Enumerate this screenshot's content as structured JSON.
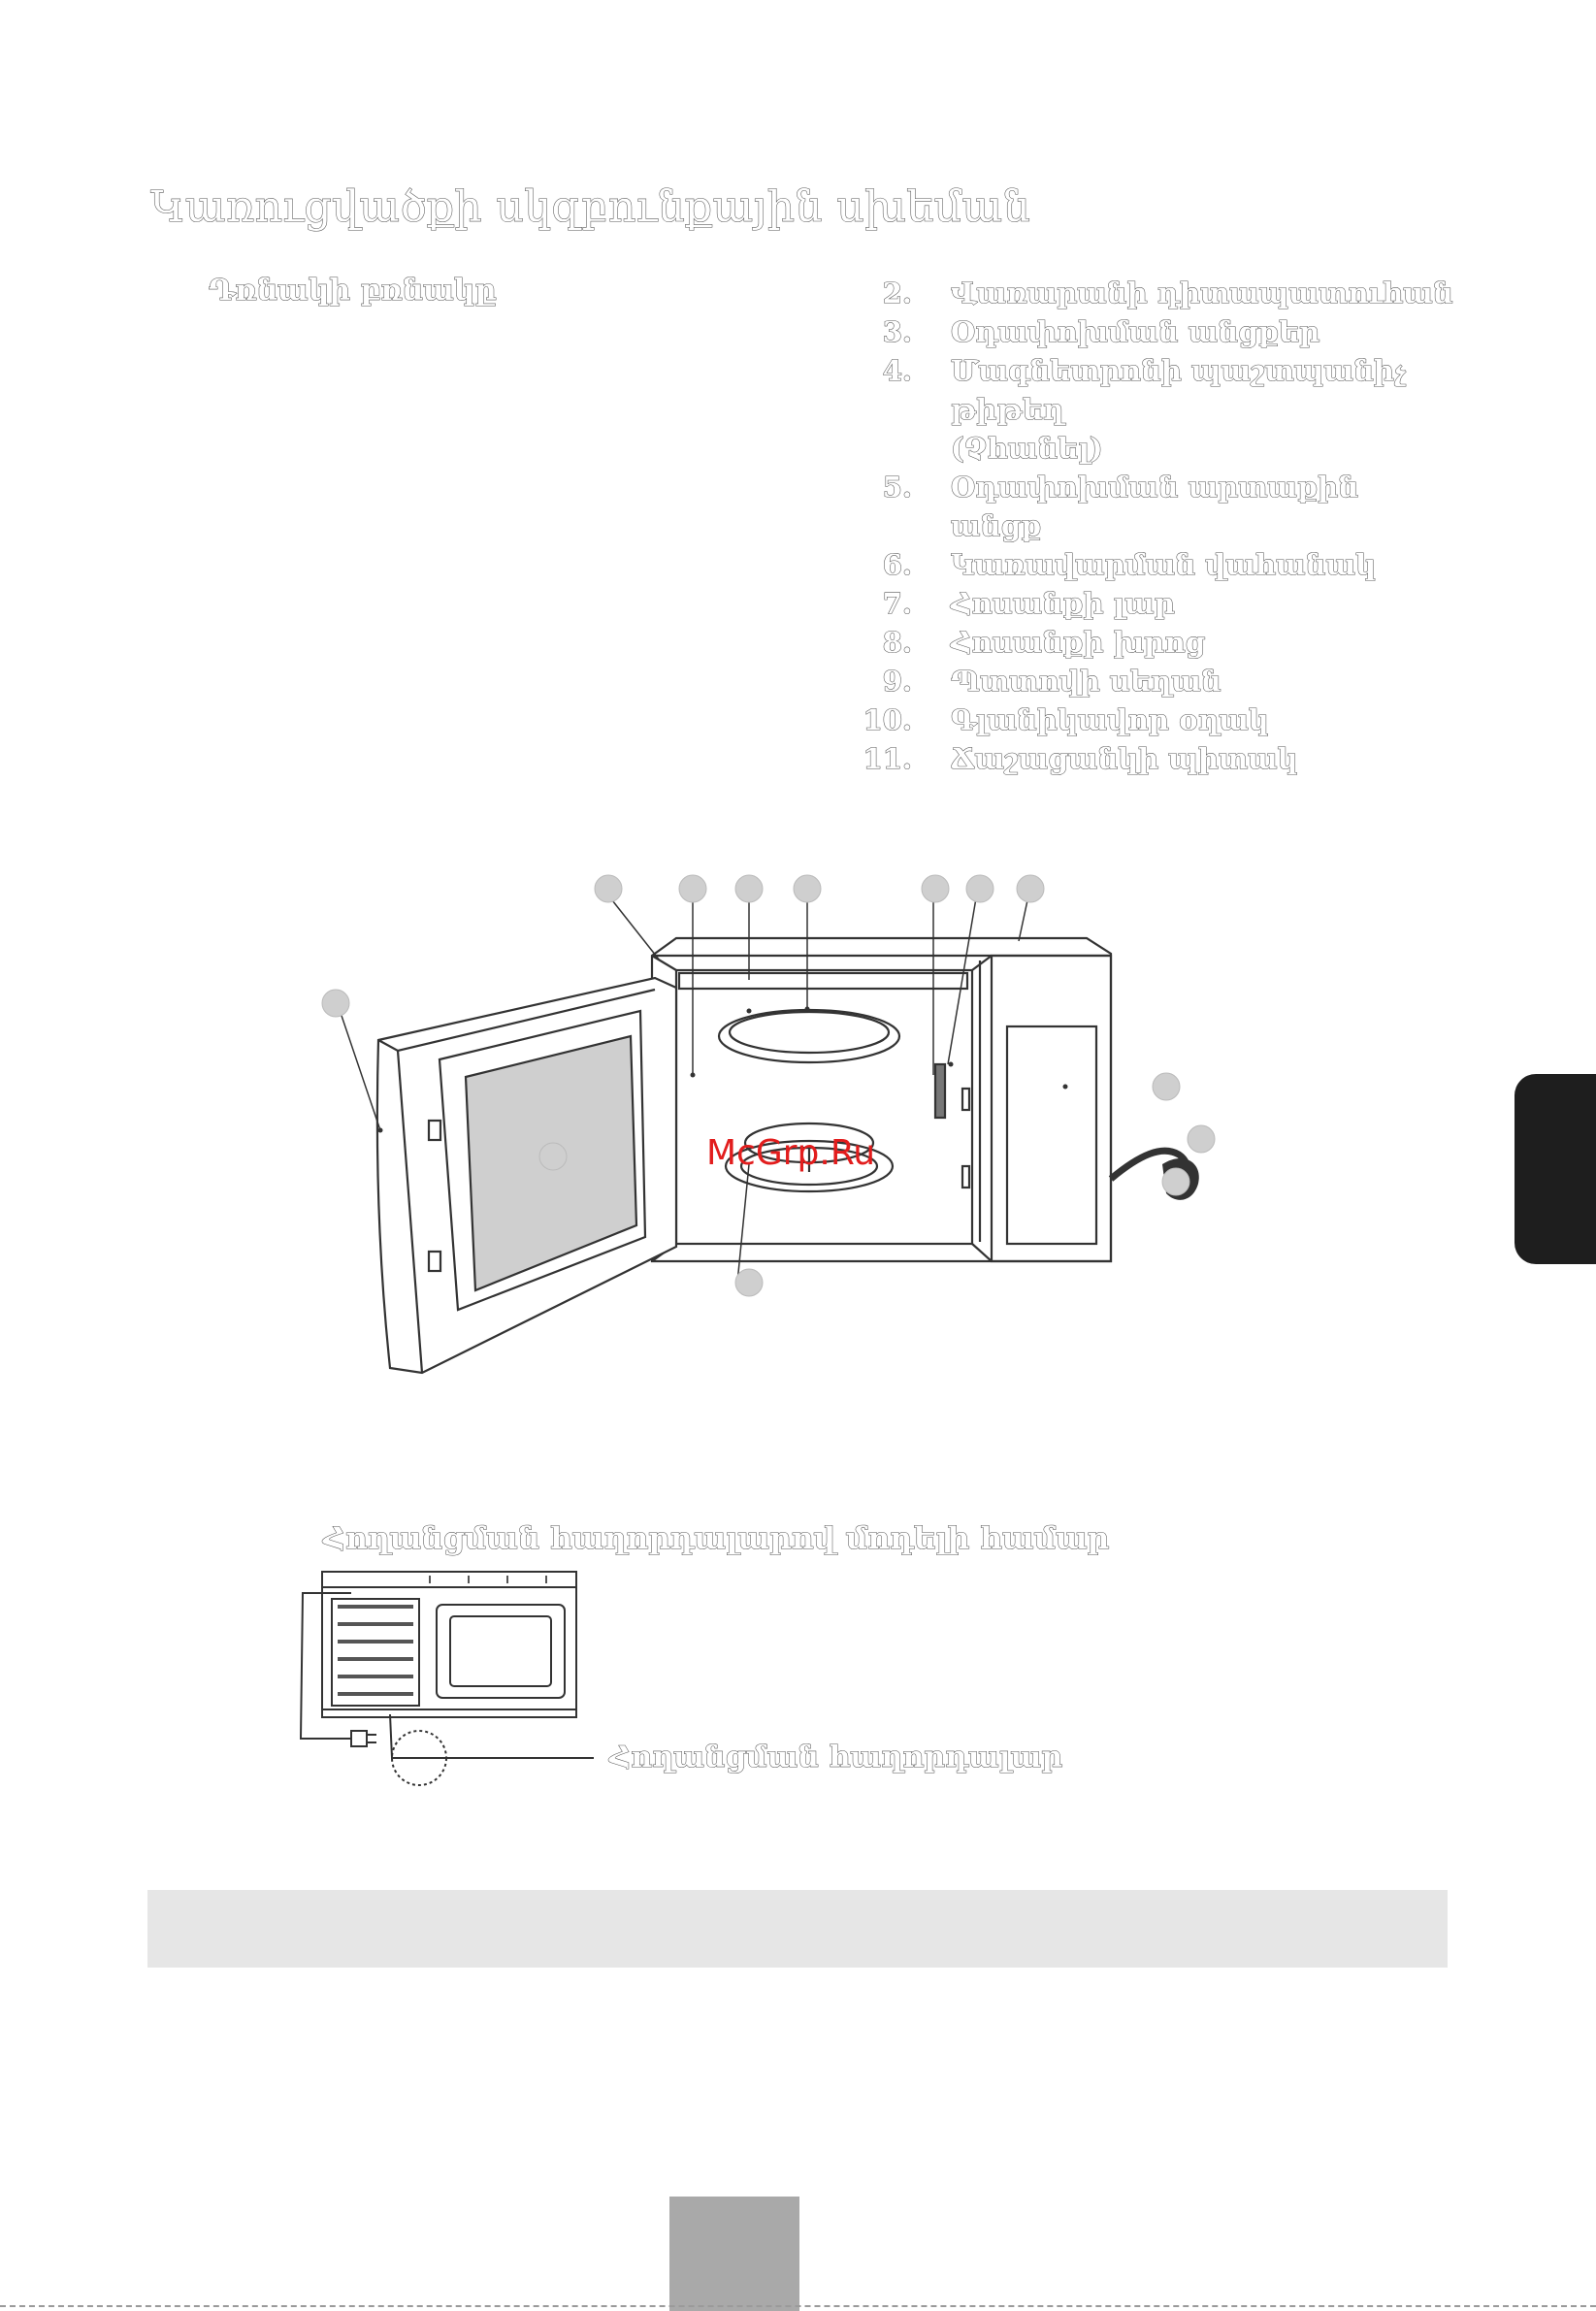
{
  "page_title": "Կառուցվածքի սկզբունքային սխեման",
  "parts_title": "Դռնակի բռնակը",
  "parts": [
    {
      "num": "2.",
      "label": "Վառարանի դիտապատուհան"
    },
    {
      "num": "3.",
      "label": "Օդափոխման անցքեր"
    },
    {
      "num": "4.",
      "label": "Մագնետրոնի պաշտպանիչ թիթեղ"
    },
    {
      "num": "",
      "label": "(Չհանել)"
    },
    {
      "num": "5.",
      "label": "Օդափոխման արտաքին անցք"
    },
    {
      "num": "6.",
      "label": "Կառավարման վահանակ"
    },
    {
      "num": "7.",
      "label": "Հոսանքի լար"
    },
    {
      "num": "8.",
      "label": "Հոսանքի խրոց"
    },
    {
      "num": "9.",
      "label": "Պտտովի սեղան"
    },
    {
      "num": "10.",
      "label": "Գլանիկավոր օղակ"
    },
    {
      "num": "11.",
      "label": "Ճաշացանկի պիտակ"
    }
  ],
  "grounding_model_title": "Հողանցման հաղորդալարով մոդելի համար",
  "grounding_wire_label": "Հողանցման հաղորդալար",
  "watermark": "McGrp.Ru",
  "colors": {
    "side_tab": "#1e1e1e",
    "band": "#e6e6e6",
    "page_number_box": "#a9a9a9",
    "watermark": "#e21d1d"
  }
}
